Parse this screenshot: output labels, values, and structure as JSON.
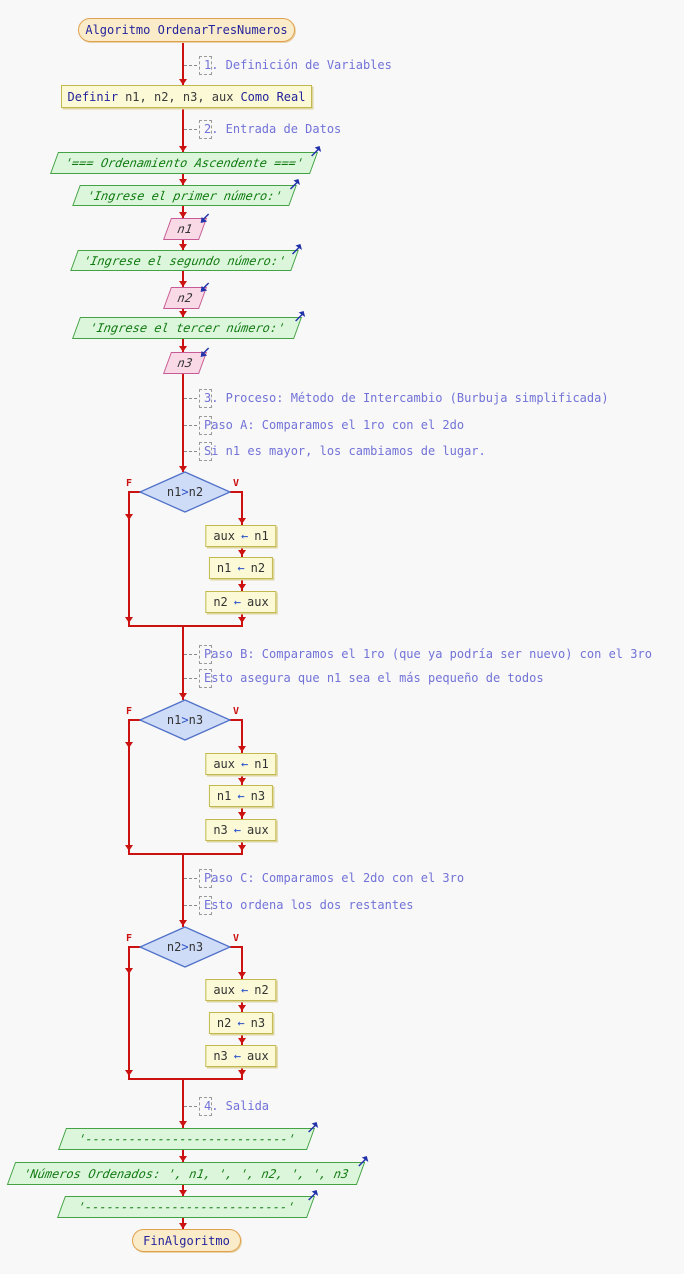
{
  "fc": {
    "start_label": "Algoritmo OrdenarTresNumeros",
    "end_label": "FinAlgoritmo",
    "declare": {
      "kw1": "Definir",
      "vars": "n1, n2, n3, aux",
      "kw2": "Como Real"
    },
    "assign_arrow": "←",
    "branch_true": "V",
    "branch_false": "F",
    "comments": [
      "1. Definición de Variables",
      "2. Entrada de Datos",
      "3. Proceso: Método de Intercambio (Burbuja simplificada)",
      "Paso A: Comparamos el 1ro con el 2do",
      "Si n1 es mayor, los cambiamos de lugar.",
      "Paso B: Comparamos el 1ro (que ya podría ser nuevo) con el 3ro",
      "Esto asegura que n1 sea el más pequeño de todos",
      "Paso C: Comparamos el 2do con el 3ro",
      "Esto ordena los dos restantes",
      "4. Salida"
    ],
    "outputs": [
      "'=== Ordenamiento Ascendente ==='",
      "'Ingrese el primer número:'",
      "'Ingrese el segundo número:'",
      "'Ingrese el tercer número:'",
      "'----------------------------'",
      "'Números Ordenados: ', n1, ', ', n2, ', ', n3",
      "'----------------------------'"
    ],
    "inputs": [
      "n1",
      "n2",
      "n3"
    ],
    "decisions": [
      {
        "lhs": "n1",
        "op": ">",
        "rhs": "n2",
        "steps": [
          {
            "l": "aux",
            "r": "n1"
          },
          {
            "l": "n1",
            "r": "n2"
          },
          {
            "l": "n2",
            "r": "aux"
          }
        ]
      },
      {
        "lhs": "n1",
        "op": ">",
        "rhs": "n3",
        "steps": [
          {
            "l": "aux",
            "r": "n1"
          },
          {
            "l": "n1",
            "r": "n3"
          },
          {
            "l": "n3",
            "r": "aux"
          }
        ]
      },
      {
        "lhs": "n2",
        "op": ">",
        "rhs": "n3",
        "steps": [
          {
            "l": "aux",
            "r": "n2"
          },
          {
            "l": "n2",
            "r": "n3"
          },
          {
            "l": "n3",
            "r": "aux"
          }
        ]
      }
    ],
    "colors": {
      "flow_line": "#cc1111",
      "comment_text": "#7272d8",
      "output_fill": "#dcf6dc",
      "input_fill": "#f9d9e6",
      "decision_fill": "#cfdcf7",
      "process_fill": "#fcfad6",
      "pill_fill": "#fbecc9"
    }
  }
}
